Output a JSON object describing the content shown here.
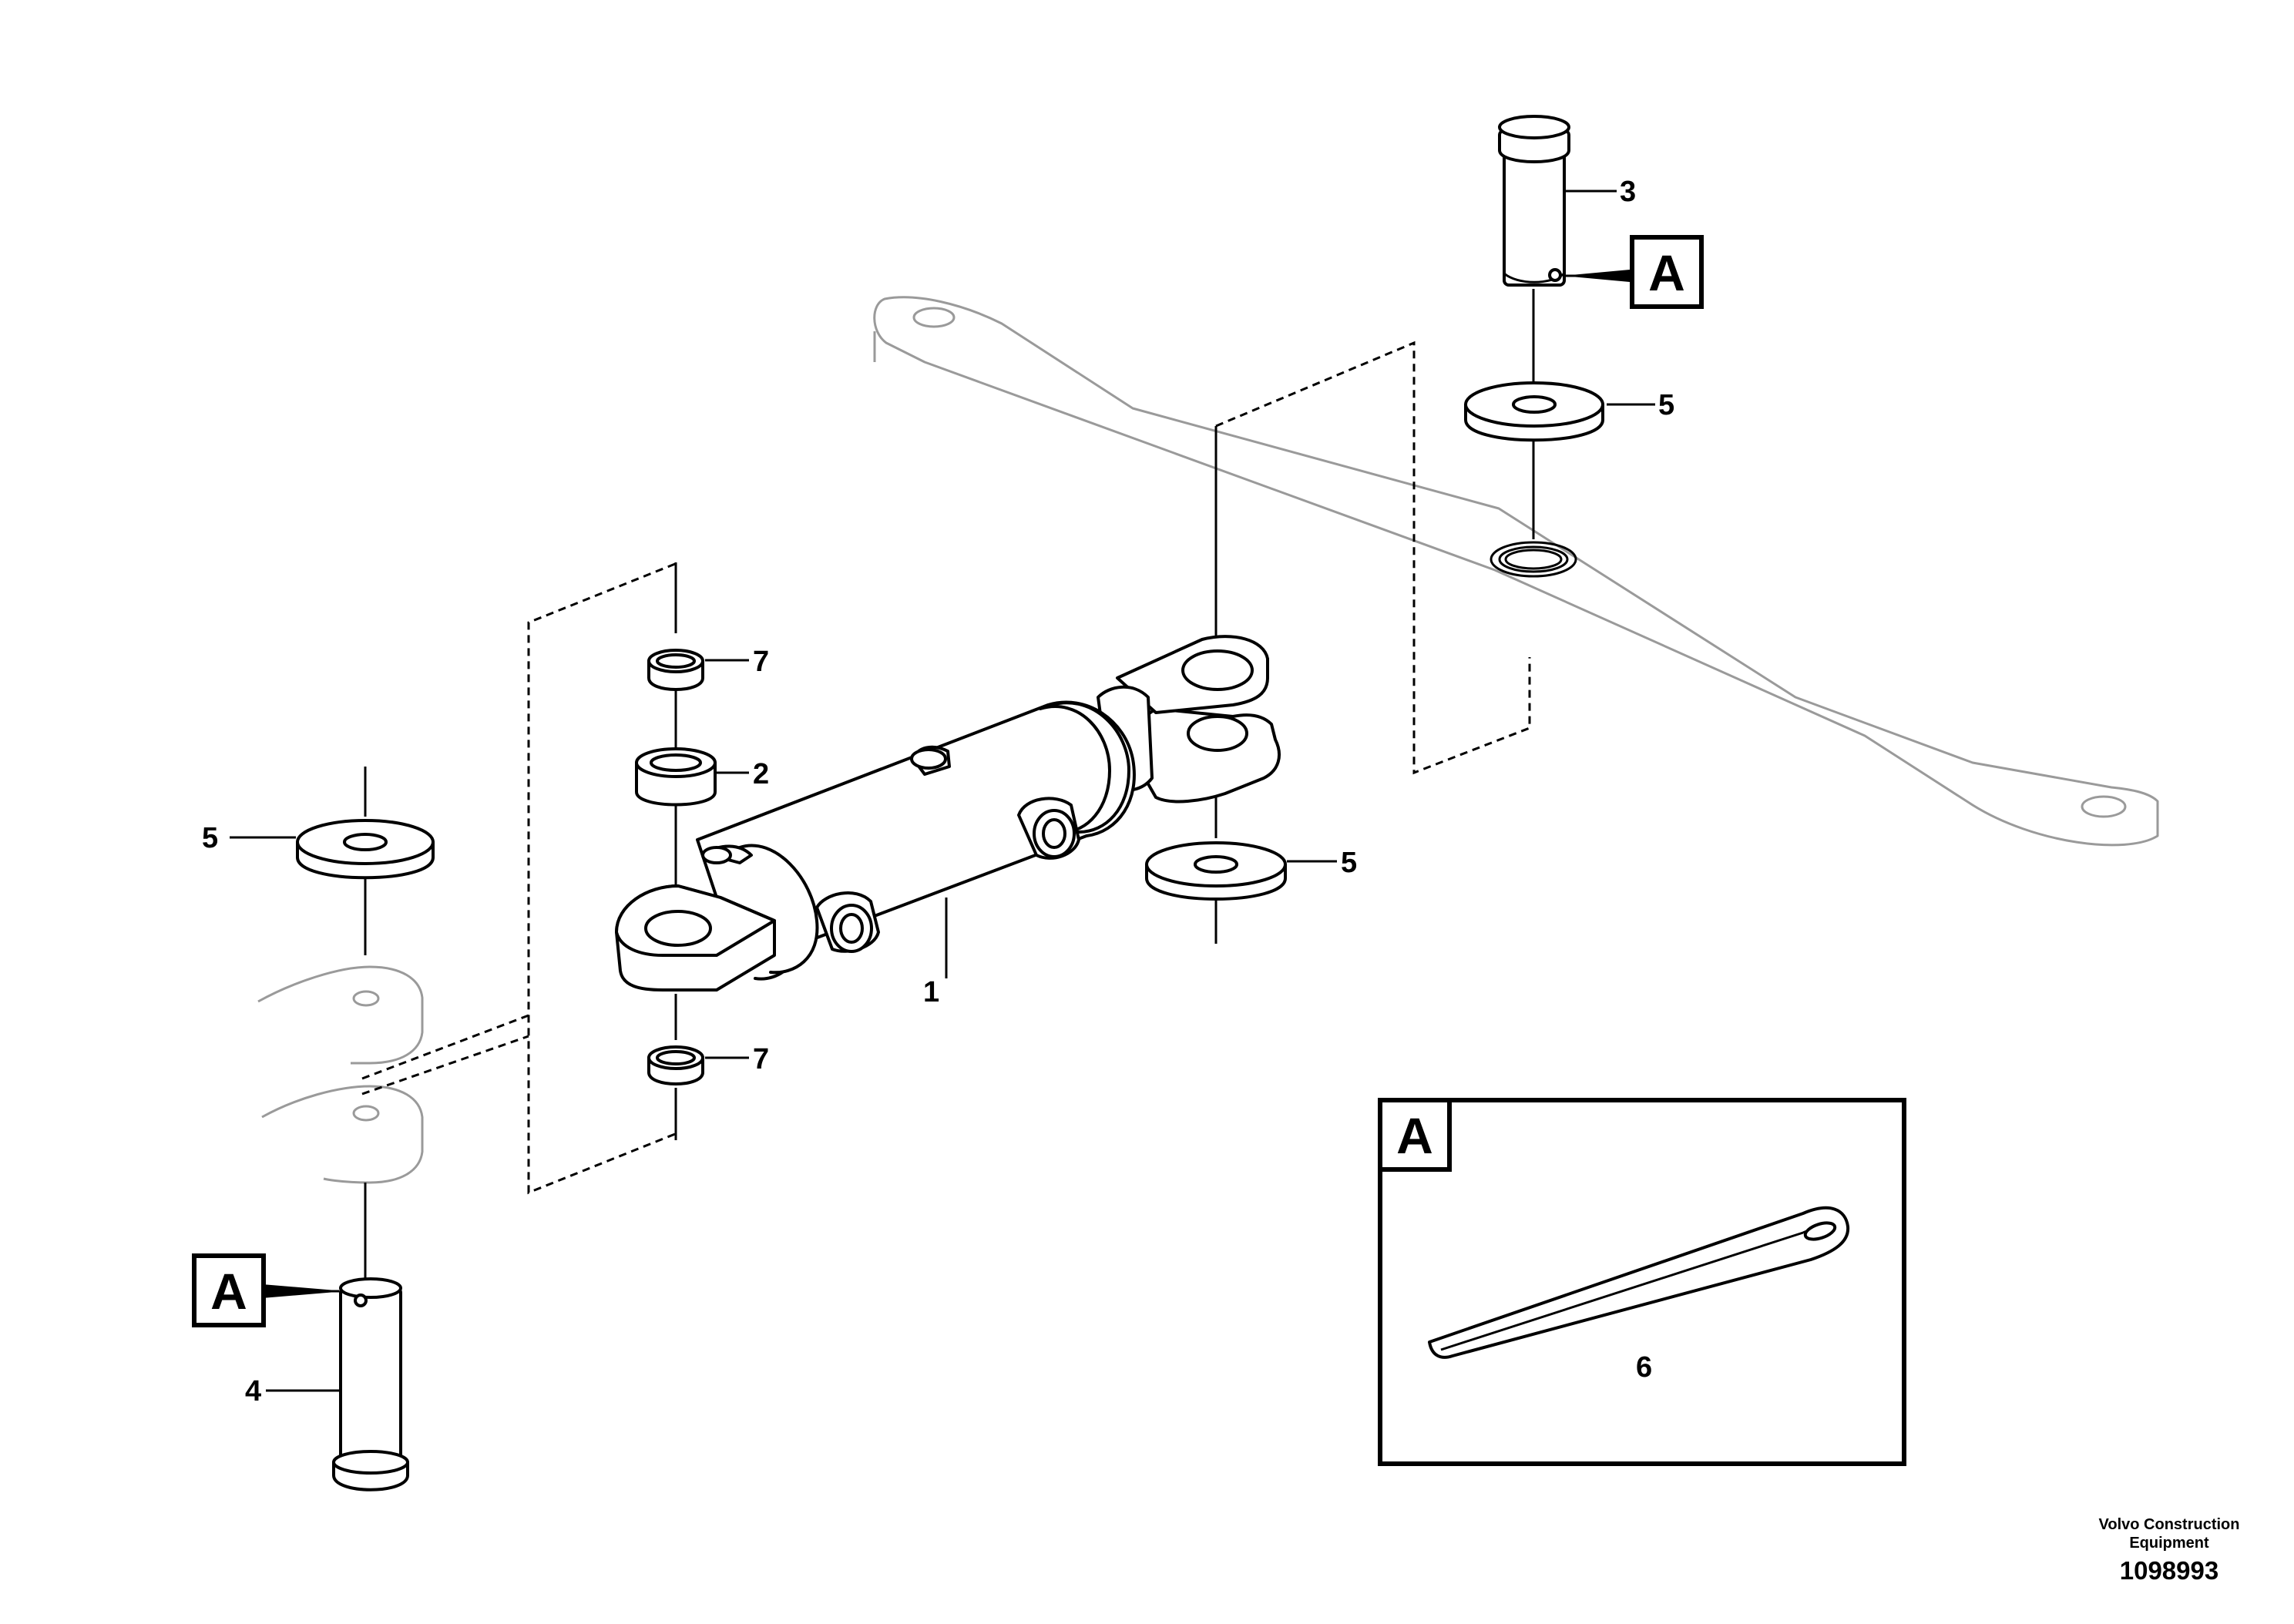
{
  "callouts": {
    "hydraulic_cylinder": "1",
    "bushing": "2",
    "pin_upper": "3",
    "pin_lower": "4",
    "washer_upper": "5",
    "washer_right": "5",
    "washer_left": "5",
    "inset_cotter_pin": "6",
    "bearing_ring_upper": "7",
    "bearing_ring_lower": "7"
  },
  "reference_marks": {
    "upper_pin_ref": "A",
    "lower_pin_ref": "A",
    "inset_ref": "A"
  },
  "footer": {
    "brand_line1": "Volvo Construction",
    "brand_line2": "Equipment",
    "drawing_number": "1098993"
  }
}
